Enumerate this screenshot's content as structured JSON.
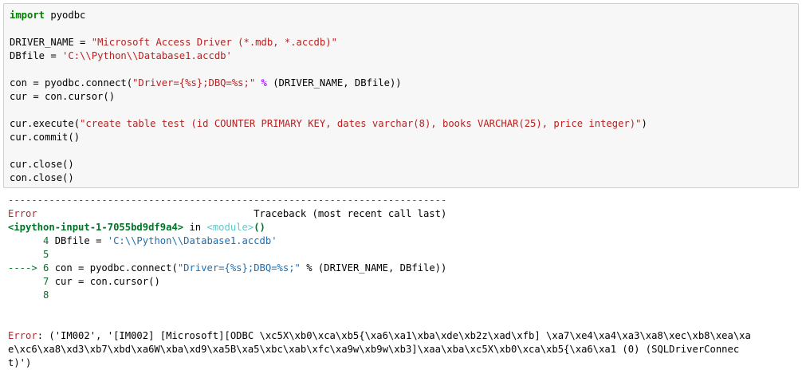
{
  "code": {
    "l1_kw": "import",
    "l1_rest": " pyodbc",
    "l3_a": "DRIVER_NAME = ",
    "l3_str": "\"Microsoft Access Driver (*.mdb, *.accdb)\"",
    "l4_a": "DBfile = ",
    "l4_str": "'C:\\\\Python\\\\Database1.accdb'",
    "l6_a": "con = pyodbc.connect(",
    "l6_str": "\"Driver={%s};DBQ=%s;\"",
    "l6_op": " % ",
    "l6_b": "(DRIVER_NAME, DBfile))",
    "l7": "cur = con.cursor()",
    "l9_a": "cur.execute(",
    "l9_str": "\"create table test (id COUNTER PRIMARY KEY, dates varchar(8), books VARCHAR(25), price integer)\"",
    "l9_b": ")",
    "l10": "cur.commit()",
    "l12": "cur.close()",
    "l13": "con.close()"
  },
  "output": {
    "dashes": "---------------------------------------------------------------------------",
    "error_name": "Error",
    "traceback_label": "                                     Traceback (most recent call last)",
    "ipython_input": "<ipython-input-1-7055bd9df9a4>",
    "in_word": " in ",
    "module": "<module>",
    "module_paren": "()",
    "t4_num": "      4",
    "t4_a": " DBfile = ",
    "t4_str": "'C:\\\\Python\\\\Database1.accdb'",
    "t5_num": "      5",
    "t6_arrow": "----> 6",
    "t6_a": " con = pyodbc.connect(",
    "t6_str": "\"Driver={%s};DBQ=%s;\"",
    "t6_op": " % ",
    "t6_b": "(DRIVER_NAME, DBfile))",
    "t7_num": "      7",
    "t7_a": " cur = con.cursor()",
    "t8_num": "      8",
    "err_label": "Error",
    "err_msg_1": ": ('IM002', '[IM002] [Microsoft][ODBC \\xc5X\\xb0\\xca\\xb5{\\xa6\\xa1\\xba\\xde\\xb2z\\xad\\xfb] \\xa7\\xe4\\xa4\\xa3\\xa8\\xec\\xb8\\xea\\xa",
    "err_msg_2": "e\\xc6\\xa8\\xd3\\xb7\\xbd\\xa6W\\xba\\xd9\\xa5B\\xa5\\xbc\\xab\\xfc\\xa9w\\xb9w\\xb3]\\xaa\\xba\\xc5X\\xb0\\xca\\xb5{\\xa6\\xa1 (0) (SQLDriverConnec",
    "err_msg_3": "t)')"
  }
}
